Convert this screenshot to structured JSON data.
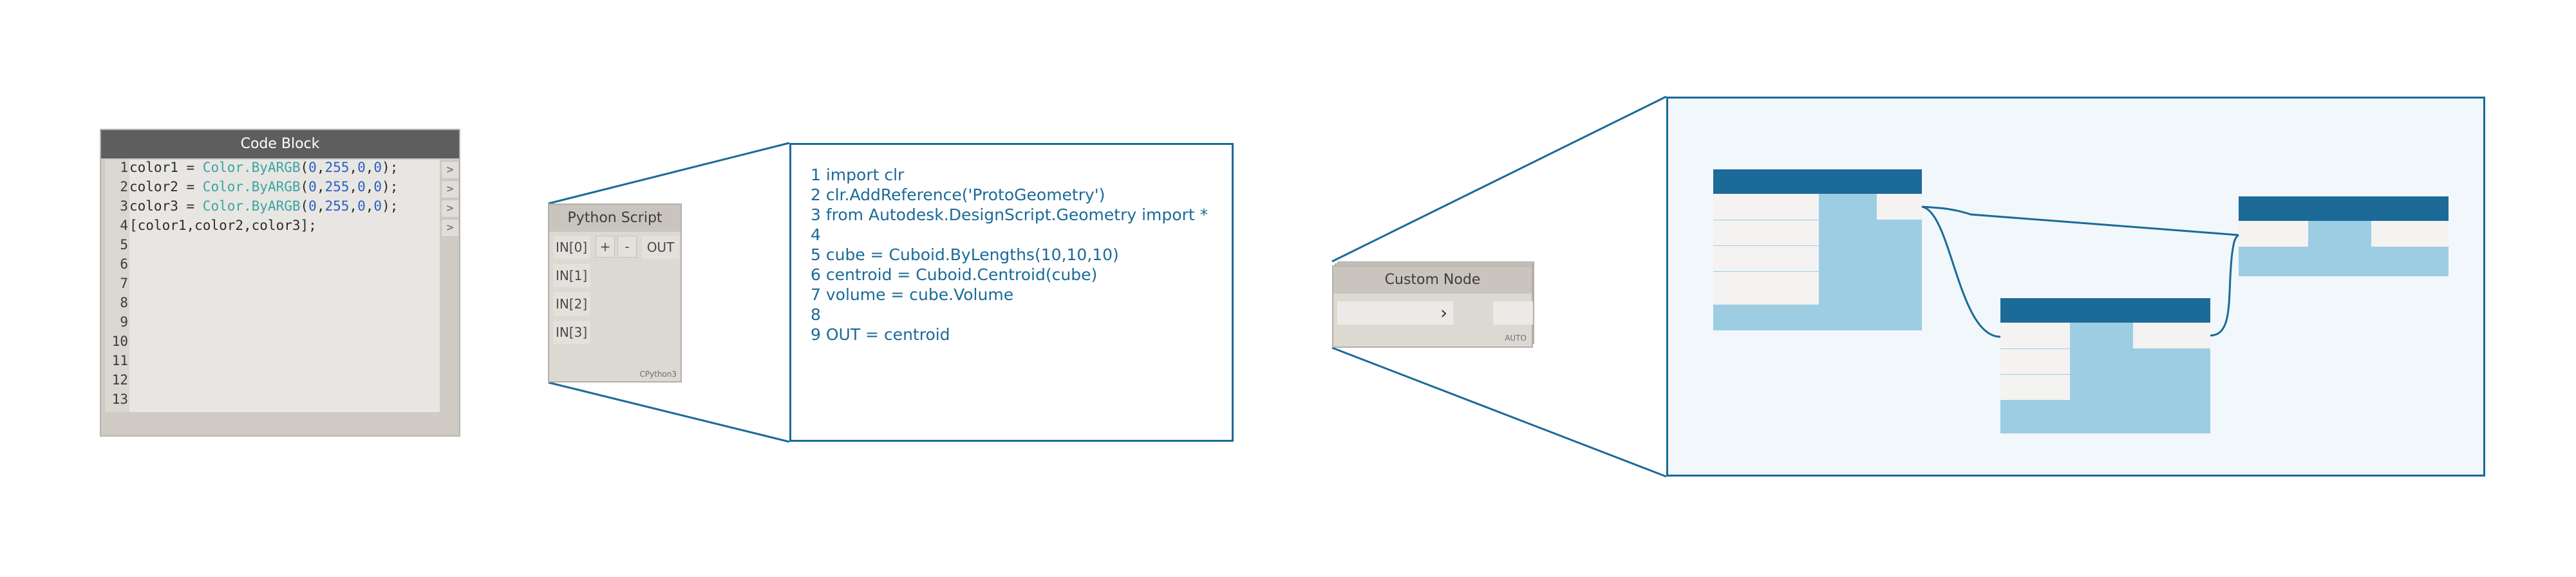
{
  "code_block": {
    "title": "Code Block",
    "line_numbers": [
      "1",
      "2",
      "3",
      "4",
      "5",
      "6",
      "7",
      "8",
      "9",
      "10",
      "11",
      "12",
      "13"
    ],
    "lines": [
      {
        "var": "color1 = ",
        "fn": "Color.ByARGB",
        "open": "(",
        "a": "0",
        "b": "255",
        "c": "0",
        "d": "0",
        "close": ");"
      },
      {
        "var": "color2 = ",
        "fn": "Color.ByARGB",
        "open": "(",
        "a": "0",
        "b": "255",
        "c": "0",
        "d": "0",
        "close": ");"
      },
      {
        "var": "color3 = ",
        "fn": "Color.ByARGB",
        "open": "(",
        "a": "0",
        "b": "255",
        "c": "0",
        "d": "0",
        "close": ");"
      }
    ],
    "line4": "[color1,color2,color3];",
    "port_glyph": ">"
  },
  "python_node": {
    "title": "Python Script",
    "inputs": [
      "IN[0]",
      "IN[1]",
      "IN[2]",
      "IN[3]"
    ],
    "add_label": "+",
    "remove_label": "-",
    "output": "OUT",
    "engine": "CPython3"
  },
  "python_code": {
    "lines": [
      "1 import clr",
      "2 clr.AddReference('ProtoGeometry')",
      "3 from Autodesk.DesignScript.Geometry import *",
      "4",
      "5 cube = Cuboid.ByLengths(10,10,10)",
      "6 centroid = Cuboid.Centroid(cube)",
      "7 volume = cube.Volume",
      "8",
      "9 OUT = centroid"
    ]
  },
  "custom_node": {
    "title": "Custom Node",
    "chevron": "›",
    "lacing": "AUTO"
  },
  "colors": {
    "accent": "#1b6a98",
    "light_blue": "#9dcde3",
    "node_header": "#c9c5be",
    "code_header": "#5e5e5e"
  }
}
